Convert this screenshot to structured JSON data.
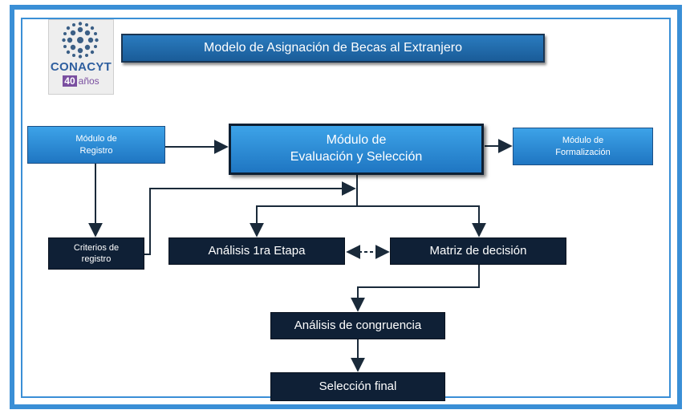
{
  "logo": {
    "brand": "CONACYT",
    "years_number": "40",
    "years_text": "años"
  },
  "title": "Modelo de Asignación de Becas al Extranjero",
  "nodes": {
    "registro": [
      "Módulo de",
      "Registro"
    ],
    "evaluacion": [
      "Módulo de",
      "Evaluación y Selección"
    ],
    "formalizacion": [
      "Módulo de",
      "Formalización"
    ],
    "criterios": [
      "Criterios de",
      "registro"
    ],
    "analisis_1ra_etapa": "Análisis 1ra Etapa",
    "matriz_decision": "Matriz de decisión",
    "analisis_congruencia": "Análisis de congruencia",
    "seleccion_final": "Selección final"
  },
  "colors": {
    "frame": "#3a8fd6",
    "blue_box": "#2a86d4",
    "navy_box": "#0f2036",
    "connector": "#1a2a3a"
  }
}
